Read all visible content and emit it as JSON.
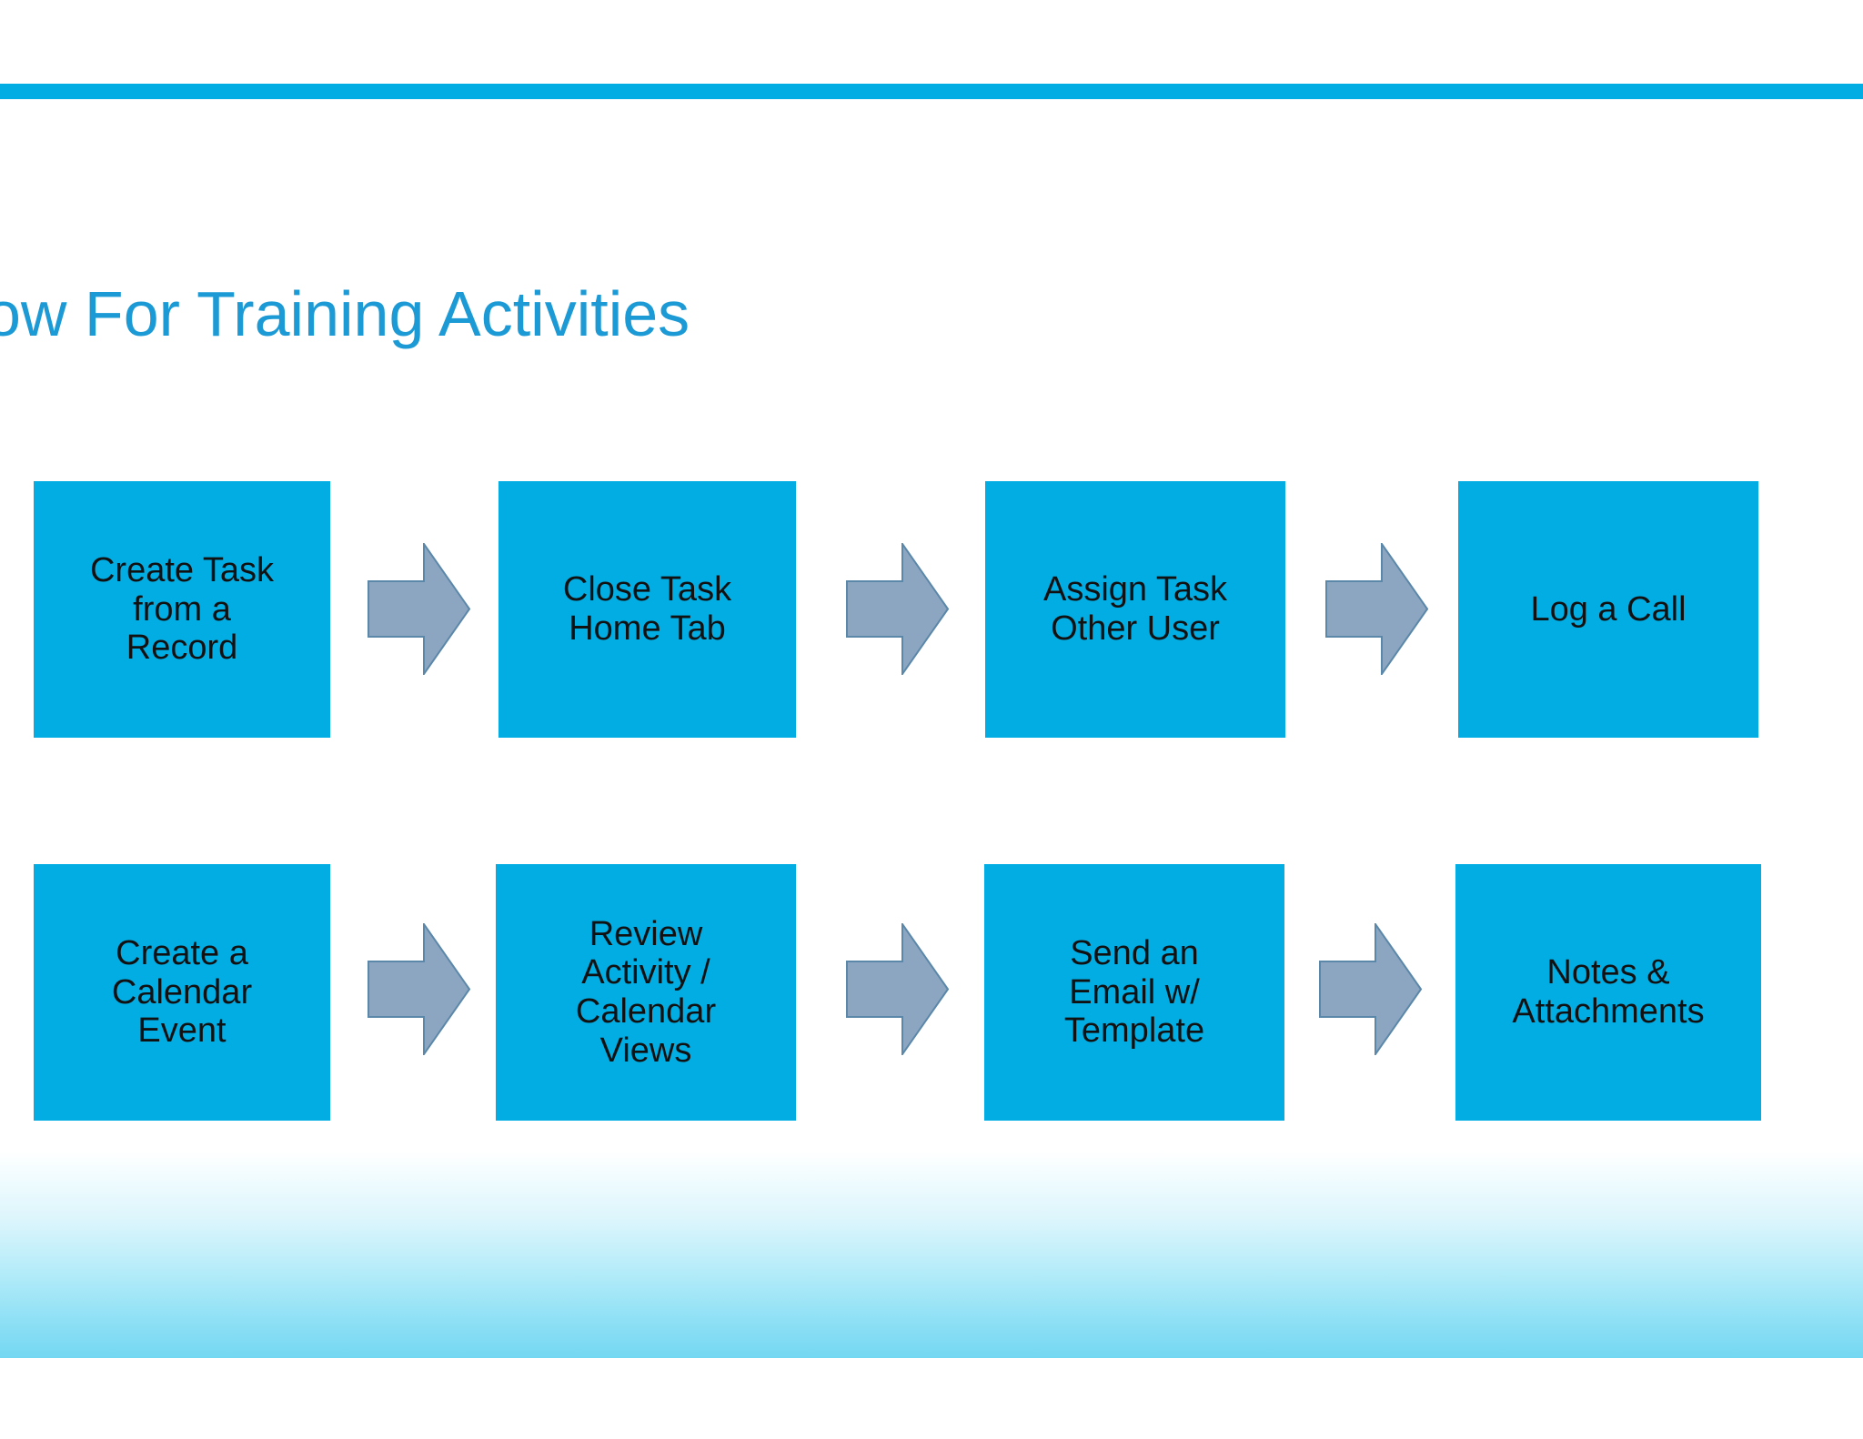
{
  "slide": {
    "title": "ow For Training Activities",
    "title_color": "#1C9AD6",
    "accent_bar_color": "#02ADE4",
    "box_fill_color": "#02ADE4",
    "box_text_color": "#111111",
    "arrow_fill_color": "#8CA6C2",
    "arrow_stroke_color": "#5B87A8",
    "band_gradient_top_color": "#FFFFFF",
    "band_gradient_bottom_color": "#74D7F2"
  },
  "flow": {
    "rows": [
      {
        "row_index": 1,
        "boxes": [
          {
            "id": "box-1",
            "label": "Create Task\nfrom a\nRecord"
          },
          {
            "id": "box-2",
            "label": "Close Task\nHome Tab"
          },
          {
            "id": "box-3",
            "label": "Assign Task\nOther User"
          },
          {
            "id": "box-4",
            "label": "Log a Call"
          }
        ],
        "connectors": [
          {
            "id": "arrow-1",
            "icon": "arrow-right-icon"
          },
          {
            "id": "arrow-2",
            "icon": "arrow-right-icon"
          },
          {
            "id": "arrow-3",
            "icon": "arrow-right-icon"
          }
        ]
      },
      {
        "row_index": 2,
        "boxes": [
          {
            "id": "box-5",
            "label": "Create a\nCalendar\nEvent"
          },
          {
            "id": "box-6",
            "label": "Review\nActivity /\nCalendar\nViews"
          },
          {
            "id": "box-7",
            "label": "Send an\nEmail w/\nTemplate"
          },
          {
            "id": "box-8",
            "label": "Notes &\nAttachments"
          }
        ],
        "connectors": [
          {
            "id": "arrow-4",
            "icon": "arrow-right-icon"
          },
          {
            "id": "arrow-5",
            "icon": "arrow-right-icon"
          },
          {
            "id": "arrow-6",
            "icon": "arrow-right-icon"
          }
        ]
      }
    ]
  }
}
